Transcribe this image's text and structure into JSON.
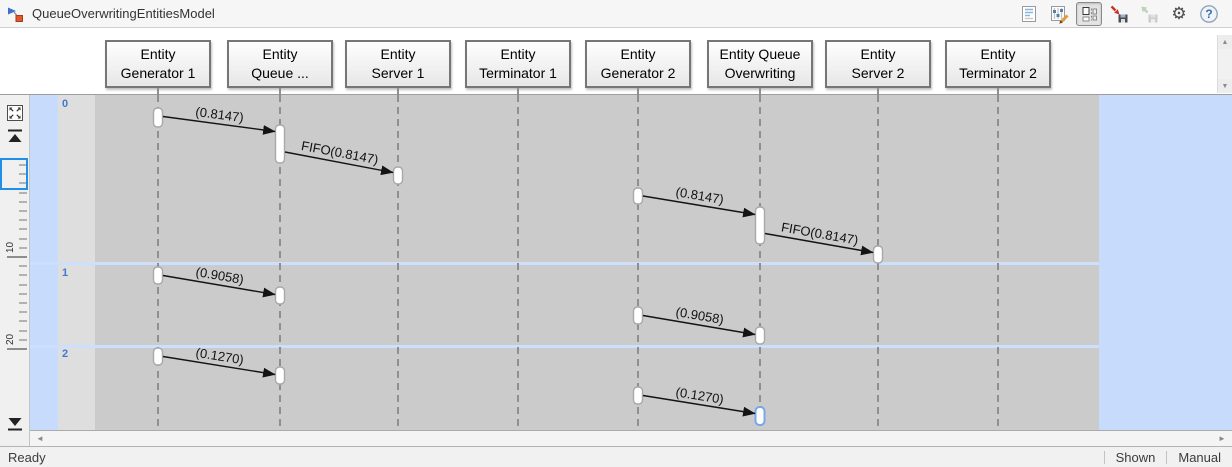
{
  "titlebar": {
    "title": "QueueOverwritingEntitiesModel",
    "toolbar_icons": [
      {
        "name": "properties-icon"
      },
      {
        "name": "edit-parameters-icon"
      },
      {
        "name": "show-blocks-icon",
        "active": true
      },
      {
        "name": "save-data-icon"
      },
      {
        "name": "export-data-icon",
        "disabled": true
      },
      {
        "name": "settings-gear-icon"
      },
      {
        "name": "help-icon"
      }
    ]
  },
  "icons": {
    "gear": "⚙",
    "help": "?",
    "scroll_left": "◄",
    "scroll_right": "►",
    "scroll_up": "▲",
    "scroll_down": "▼"
  },
  "lifelines": [
    {
      "line1": "Entity",
      "line2": "Generator 1"
    },
    {
      "line1": "Entity",
      "line2": "Queue ..."
    },
    {
      "line1": "Entity",
      "line2": "Server 1"
    },
    {
      "line1": "Entity",
      "line2": "Terminator 1"
    },
    {
      "line1": "Entity",
      "line2": "Generator 2"
    },
    {
      "line1": "Entity Queue",
      "line2": "Overwriting"
    },
    {
      "line1": "Entity",
      "line2": "Server 2"
    },
    {
      "line1": "Entity",
      "line2": "Terminator 2"
    }
  ],
  "timeline": {
    "row_labels": [
      "0",
      "1",
      "2"
    ],
    "ruler_major_labels": [
      "10",
      "20"
    ]
  },
  "messages": [
    {
      "row": "0",
      "from": "Entity Generator 1",
      "to": "Entity Queue ...",
      "label": "(0.8147)"
    },
    {
      "row": "0",
      "from": "Entity Queue ...",
      "to": "Entity Server 1",
      "label": "FIFO(0.8147)"
    },
    {
      "row": "0",
      "from": "Entity Generator 2",
      "to": "Entity Queue Overwriting",
      "label": "(0.8147)"
    },
    {
      "row": "0",
      "from": "Entity Queue Overwriting",
      "to": "Entity Server 2",
      "label": "FIFO(0.8147)"
    },
    {
      "row": "1",
      "from": "Entity Generator 1",
      "to": "Entity Queue ...",
      "label": "(0.9058)"
    },
    {
      "row": "1",
      "from": "Entity Generator 2",
      "to": "Entity Queue Overwriting",
      "label": "(0.9058)"
    },
    {
      "row": "2",
      "from": "Entity Generator 1",
      "to": "Entity Queue ...",
      "label": "(0.1270)"
    },
    {
      "row": "2",
      "from": "Entity Generator 2",
      "to": "Entity Queue Overwriting",
      "label": "(0.1270)"
    }
  ],
  "colors": {
    "accent_blue": "#1f8fe8",
    "time_label_blue": "#3f7ad1",
    "plot_gray": "#cbcbcb",
    "future_area_blue": "#c7dbfc",
    "selected_bar_border": "#7aa4ee"
  },
  "statusbar": {
    "status": "Ready",
    "right_items": [
      "Shown",
      "Manual"
    ]
  }
}
